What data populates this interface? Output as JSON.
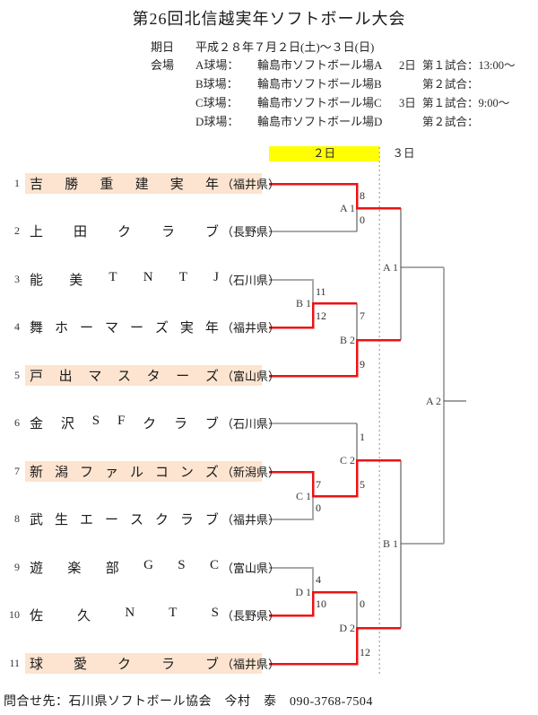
{
  "title": "第26回北信越実年ソフトボール大会",
  "info": {
    "date_label": "期日",
    "date_value": "平成２８年７月２日(土)～３日(日)",
    "venue_label": "会場",
    "venues": [
      {
        "field": "A球場：",
        "name": "輪島市ソフトボール場A"
      },
      {
        "field": "B球場：",
        "name": "輪島市ソフトボール場B"
      },
      {
        "field": "C球場：",
        "name": "輪島市ソフトボール場C"
      },
      {
        "field": "D球場：",
        "name": "輪島市ソフトボール場D"
      }
    ],
    "schedule": [
      {
        "day": "2日",
        "text": "第１試合：13:00～"
      },
      {
        "day": "",
        "text": "第２試合："
      },
      {
        "day": "3日",
        "text": "第１試合：9:00～"
      },
      {
        "day": "",
        "text": "第２試合："
      }
    ]
  },
  "columns": {
    "day2": "２日",
    "day3": "３日"
  },
  "teams": [
    {
      "no": "1",
      "name": "吉勝重建実年",
      "pref": "（福井県）",
      "highlight": true
    },
    {
      "no": "2",
      "name": "上田クラブ",
      "pref": "（長野県）",
      "highlight": false
    },
    {
      "no": "3",
      "name": "能美TNTJ",
      "pref": "（石川県）",
      "highlight": false
    },
    {
      "no": "4",
      "name": "舞ホーマーズ実年",
      "pref": "（福井県）",
      "highlight": false
    },
    {
      "no": "5",
      "name": "戸出マスターズ",
      "pref": "（富山県）",
      "highlight": true
    },
    {
      "no": "6",
      "name": "金沢SFクラブ",
      "pref": "（石川県）",
      "highlight": false
    },
    {
      "no": "7",
      "name": "新潟ファルコンズ",
      "pref": "（新潟県）",
      "highlight": true
    },
    {
      "no": "8",
      "name": "武生エースクラブ",
      "pref": "（福井県）",
      "highlight": false
    },
    {
      "no": "9",
      "name": "遊楽部GSC",
      "pref": "（富山県）",
      "highlight": false
    },
    {
      "no": "10",
      "name": "佐久NTS",
      "pref": "（長野県）",
      "highlight": false
    },
    {
      "no": "11",
      "name": "球愛クラブ",
      "pref": "（福井県）",
      "highlight": true
    }
  ],
  "matches": {
    "A1": {
      "label": "A 1",
      "top_score": "8",
      "bottom_score": "0"
    },
    "B1": {
      "label": "B 1",
      "top_score": "11",
      "bottom_score": "12"
    },
    "B2": {
      "label": "B 2",
      "top_score": "7",
      "bottom_score": "9"
    },
    "C1": {
      "label": "C 1",
      "top_score": "7",
      "bottom_score": "0"
    },
    "C2": {
      "label": "C 2",
      "top_score": "1",
      "bottom_score": "5"
    },
    "D1": {
      "label": "D 1",
      "top_score": "4",
      "bottom_score": "10"
    },
    "D2": {
      "label": "D 2",
      "top_score": "0",
      "bottom_score": "12"
    },
    "A1_day3": {
      "label": "A 1"
    },
    "B1_day3": {
      "label": "B 1"
    },
    "A2_final": {
      "label": "A 2"
    }
  },
  "footer": "問合せ先：石川県ソフトボール協会　今村　泰　090-3768-7504",
  "colors": {
    "winner_line": "#ee1111",
    "bracket_line": "#a9a9a9",
    "junction_line": "#404040",
    "highlight_bg": "#fce4d0",
    "day2_header_bg": "#ffff00"
  }
}
